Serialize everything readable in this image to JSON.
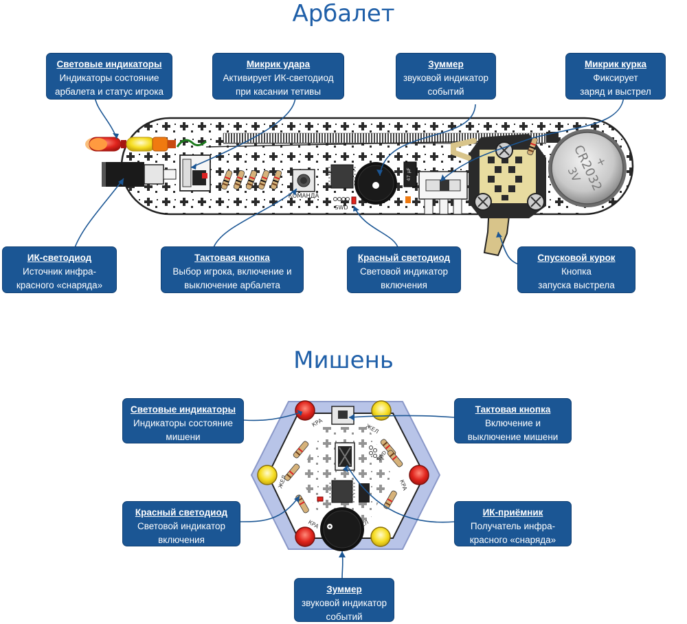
{
  "titles": {
    "crossbow": "Арбалет",
    "target": "Мишень"
  },
  "board_text": {
    "button_label": "КОМАНДА",
    "swd": "SWD",
    "cap": "47 µF",
    "battery_model": "CR2032",
    "battery_voltage": "3V",
    "battery_plus": "+",
    "target_swd": "SWD",
    "target_led_labels": [
      "КРА",
      "ЖЕЛ",
      "КРА",
      "ЖЕЛ",
      "КРА",
      "ЖЕЛ"
    ]
  },
  "crossbow_callouts": {
    "leds": {
      "title": "Световые индикаторы",
      "desc": "Индикаторы состояние\nарбалета и статус игрока"
    },
    "hit_switch": {
      "title": "Микрик удара",
      "desc": "Активирует ИК-светодиод\nпри касании тетивы"
    },
    "buzzer": {
      "title": "Зуммер",
      "desc": "звуковой индикатор\nсобытий"
    },
    "trigger_switch": {
      "title": "Микрик курка",
      "desc": "Фиксирует\nзаряд и выстрел"
    },
    "ir_led": {
      "title": "ИК-светодиод",
      "desc": "Источник инфра-\nкрасного «снаряда»"
    },
    "button": {
      "title": "Тактовая кнопка",
      "desc": "Выбор игрока, включение и\nвыключение арбалета"
    },
    "red_led": {
      "title": "Красный светодиод",
      "desc": "Световой индикатор\nвключения"
    },
    "trigger": {
      "title": "Спусковой курок",
      "desc": "Кнопка\nзапуска выстрела"
    }
  },
  "target_callouts": {
    "leds": {
      "title": "Световые индикаторы",
      "desc": "Индикаторы состояние\nмишени"
    },
    "button": {
      "title": "Тактовая кнопка",
      "desc": "Включение и\nвыключение мишени"
    },
    "red_led": {
      "title": "Красный светодиод",
      "desc": "Световой индикатор\nвключения"
    },
    "ir_receiver": {
      "title": "ИК-приёмник",
      "desc": "Получатель инфра-\nкрасного «снаряда»"
    },
    "buzzer": {
      "title": "Зуммер",
      "desc": "звуковой индикатор\nсобытий"
    }
  },
  "colors": {
    "callout_bg": "#1b5694",
    "title_color": "#1f5fa8",
    "board_white": "#ffffff",
    "board_outline": "#222222",
    "led_red": "#e0241c",
    "led_yellow": "#f6dd22",
    "led_orange": "#f07a10",
    "target_ring": "#b8c4e8"
  }
}
